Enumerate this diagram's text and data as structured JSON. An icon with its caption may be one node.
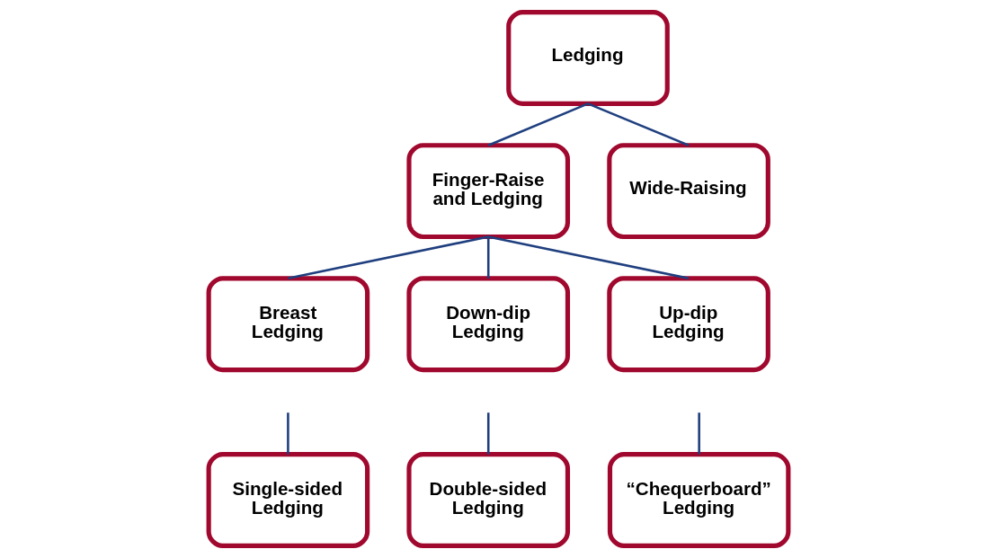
{
  "diagram": {
    "nodes": [
      {
        "text": [
          "Ledging"
        ]
      },
      {
        "text": [
          "Finger-Raise and Ledging"
        ]
      },
      {
        "text": [
          "Wide-Raising"
        ]
      },
      {
        "text": [
          "Breast Ledging"
        ]
      },
      {
        "text": [
          "Down-dip Ledging"
        ]
      },
      {
        "text": [
          "Up-dip Ledging"
        ]
      },
      {
        "text": [
          "Single-sided Ledging"
        ]
      },
      {
        "text": [
          "Double-sided Ledging"
        ]
      },
      {
        "text": [
          "“Chequerboard” Ledging"
        ]
      }
    ],
    "edges": [
      {
        "from": 0,
        "to": 1,
        "arrow": "none"
      },
      {
        "from": 0,
        "to": 2,
        "arrow": "none"
      },
      {
        "from": 1,
        "to": 3,
        "arrow": "none"
      },
      {
        "from": 1,
        "to": 4,
        "arrow": "none"
      },
      {
        "from": 1,
        "to": 5,
        "arrow": "none"
      },
      {
        "from": null,
        "to": 6,
        "arrow": "none"
      },
      {
        "from": null,
        "to": 7,
        "arrow": "none"
      },
      {
        "from": null,
        "to": 8,
        "arrow": "none"
      }
    ]
  }
}
